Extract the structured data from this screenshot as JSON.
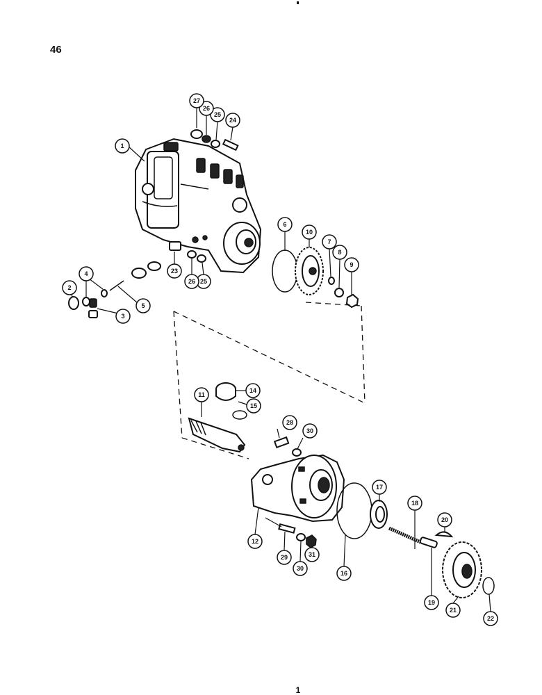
{
  "page_number": "46",
  "footer_mark": "1",
  "callouts": [
    {
      "id": "c1",
      "label": "1"
    },
    {
      "id": "c2",
      "label": "2"
    },
    {
      "id": "c3",
      "label": "3"
    },
    {
      "id": "c4",
      "label": "4"
    },
    {
      "id": "c5",
      "label": "5"
    },
    {
      "id": "c6",
      "label": "6"
    },
    {
      "id": "c7",
      "label": "7"
    },
    {
      "id": "c8",
      "label": "8"
    },
    {
      "id": "c9",
      "label": "9"
    },
    {
      "id": "c10",
      "label": "10"
    },
    {
      "id": "c11",
      "label": "11"
    },
    {
      "id": "c12",
      "label": "12"
    },
    {
      "id": "c14",
      "label": "14"
    },
    {
      "id": "c15",
      "label": "15"
    },
    {
      "id": "c16",
      "label": "16"
    },
    {
      "id": "c17",
      "label": "17"
    },
    {
      "id": "c18",
      "label": "18"
    },
    {
      "id": "c19",
      "label": "19"
    },
    {
      "id": "c20",
      "label": "20"
    },
    {
      "id": "c21",
      "label": "21"
    },
    {
      "id": "c22",
      "label": "22"
    },
    {
      "id": "c23",
      "label": "23"
    },
    {
      "id": "c24",
      "label": "24"
    },
    {
      "id": "c25a",
      "label": "25"
    },
    {
      "id": "c25b",
      "label": "25"
    },
    {
      "id": "c26a",
      "label": "26"
    },
    {
      "id": "c26b",
      "label": "26"
    },
    {
      "id": "c27",
      "label": "27"
    },
    {
      "id": "c28",
      "label": "28"
    },
    {
      "id": "c29",
      "label": "29"
    },
    {
      "id": "c30a",
      "label": "30"
    },
    {
      "id": "c30b",
      "label": "30"
    },
    {
      "id": "c31",
      "label": "31"
    }
  ]
}
